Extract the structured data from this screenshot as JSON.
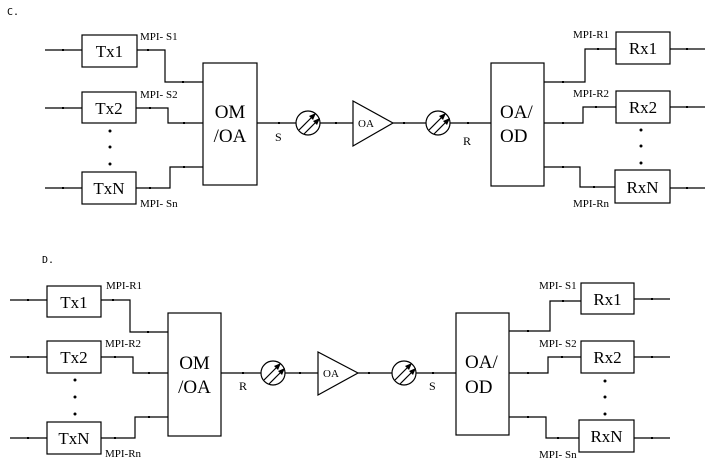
{
  "panels": [
    {
      "id": "C",
      "label": "C.",
      "transmitters": [
        "Tx1",
        "Tx2",
        "TxN"
      ],
      "tx_interface_labels": [
        "MPI- S1",
        "MPI- S2",
        "MPI- Sn"
      ],
      "mux_label_line1": "OM",
      "mux_label_line2": "/OA",
      "amplifier_label": "OA",
      "point_left": "S",
      "point_right": "R",
      "demux_label_line1": "OA/",
      "demux_label_line2": "OD",
      "receivers": [
        "Rx1",
        "Rx2",
        "RxN"
      ],
      "rx_interface_labels": [
        "MPI-R1",
        "MPI-R2",
        "MPI-Rn"
      ]
    },
    {
      "id": "D",
      "label": "D.",
      "transmitters": [
        "Tx1",
        "Tx2",
        "TxN"
      ],
      "tx_interface_labels": [
        "MPI-R1",
        "MPI-R2",
        "MPI-Rn"
      ],
      "mux_label_line1": "OM",
      "mux_label_line2": "/OA",
      "amplifier_label": "OA",
      "point_left": "R",
      "point_right": "S",
      "demux_label_line1": "OA/",
      "demux_label_line2": "OD",
      "receivers": [
        "Rx1",
        "Rx2",
        "RxN"
      ],
      "rx_interface_labels": [
        "MPI- S1",
        "MPI- S2",
        "MPI- Sn"
      ]
    }
  ],
  "ellipsis_glyph": "•",
  "icons": {
    "connector": "optical-connector-icon",
    "amplifier": "amplifier-triangle-icon"
  }
}
